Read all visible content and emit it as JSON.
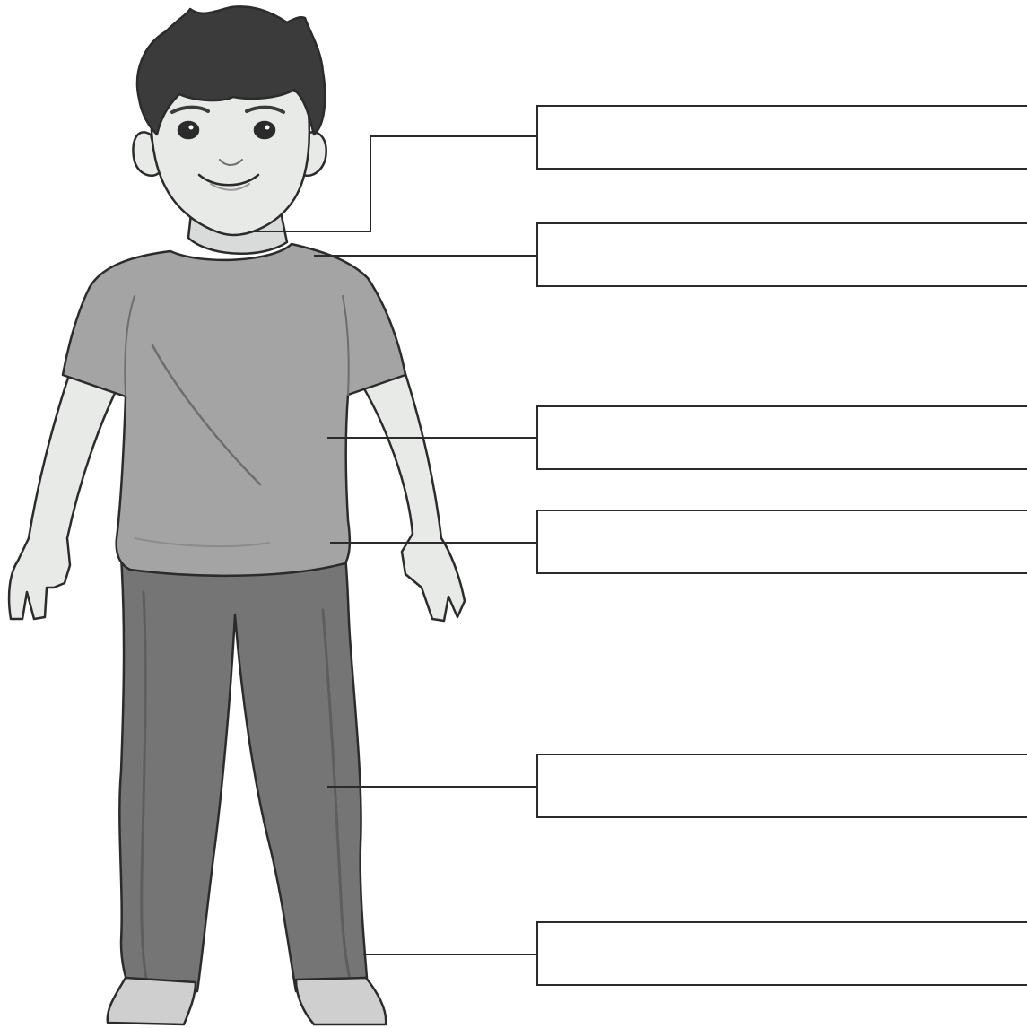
{
  "worksheet": {
    "labels": [
      {
        "id": "neck",
        "text": ""
      },
      {
        "id": "shoulder",
        "text": ""
      },
      {
        "id": "chest",
        "text": ""
      },
      {
        "id": "waist",
        "text": ""
      },
      {
        "id": "knee",
        "text": ""
      },
      {
        "id": "ankle",
        "text": ""
      }
    ]
  },
  "colors": {
    "outline": "#2b2b2b",
    "hair": "#3b3b3b",
    "skin": "#e8eae8",
    "skin_shade": "#d2d5d3",
    "shirt": "#a4a4a4",
    "shirt_shade": "#8c8c8c",
    "pants": "#757575",
    "pants_shade": "#5e5e5e",
    "shoes": "#cfcfcf",
    "leader_line": "#2b2b2b"
  },
  "icons": {
    "figure": "boy-figure-icon"
  }
}
